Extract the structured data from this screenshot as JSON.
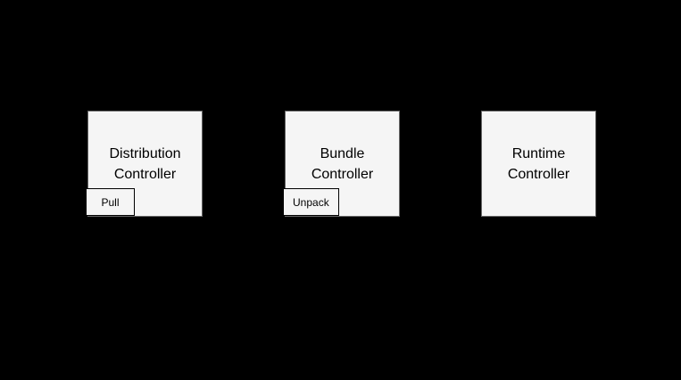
{
  "canvas": {
    "background_color": "#000000"
  },
  "style": {
    "node_fill": "#F5F5F5",
    "node_stroke": "#666666",
    "badge_fill": "#F5F5F5",
    "badge_stroke": "#000000",
    "text_color": "#000000"
  },
  "nodes": [
    {
      "id": "distribution-controller",
      "label": "Distribution\nController",
      "badge": "Pull"
    },
    {
      "id": "bundle-controller",
      "label": "Bundle\nController",
      "badge": "Unpack"
    },
    {
      "id": "runtime-controller",
      "label": "Runtime\nController",
      "badge": null
    }
  ]
}
